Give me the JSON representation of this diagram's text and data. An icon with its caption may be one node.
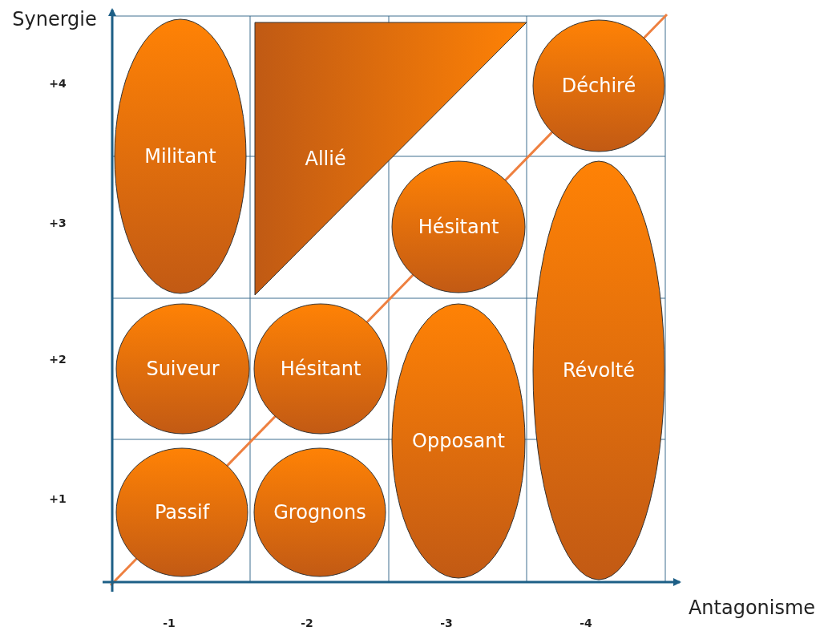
{
  "diagram": {
    "nodes": [
      {
        "text": [
          "Militant"
        ]
      },
      {
        "text": [
          "Allié"
        ]
      },
      {
        "text": [
          "Déchiré"
        ]
      },
      {
        "text": [
          "Hésitant"
        ]
      },
      {
        "text": [
          "Suiveur"
        ]
      },
      {
        "text": [
          "Hésitant"
        ]
      },
      {
        "text": [
          "Révolté"
        ]
      },
      {
        "text": [
          "Opposant"
        ]
      },
      {
        "text": [
          "Passif"
        ]
      },
      {
        "text": [
          "Grognons"
        ]
      }
    ],
    "edges": [],
    "labels": [
      "Synergie",
      "+4",
      "+3",
      "+2",
      "+1",
      "Antagonisme",
      "-1",
      "-2",
      "-3",
      "-4"
    ]
  }
}
